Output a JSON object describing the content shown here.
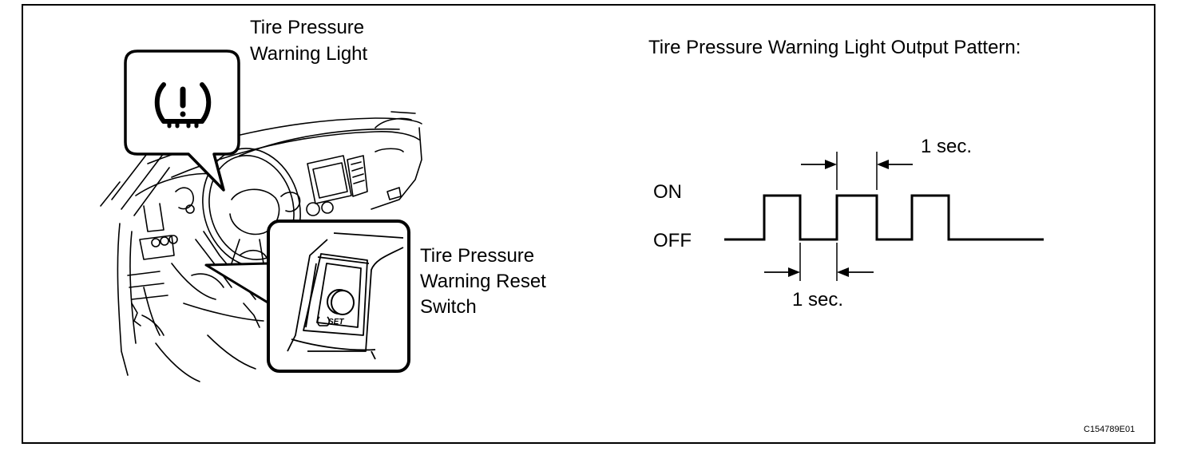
{
  "labels": {
    "warning_light_line1": "Tire Pressure",
    "warning_light_line2": "Warning Light",
    "reset_switch_line1": "Tire Pressure",
    "reset_switch_line2": "Warning Reset",
    "reset_switch_line3": "Switch",
    "pattern_title": "Tire Pressure Warning Light Output Pattern:",
    "state_on": "ON",
    "state_off": "OFF",
    "interval_top": "1 sec.",
    "interval_bottom": "1 sec.",
    "switch_text": "SET",
    "figure_code": "C154789E01"
  },
  "icons": {
    "warning_icon": "tpms-warning-icon",
    "switch_icon": "tpms-small-icon"
  },
  "signal": {
    "pulses": 3,
    "pulse_on_seconds": 1,
    "pulse_off_seconds": 1
  },
  "colors": {
    "line": "#000000",
    "background": "#ffffff"
  }
}
